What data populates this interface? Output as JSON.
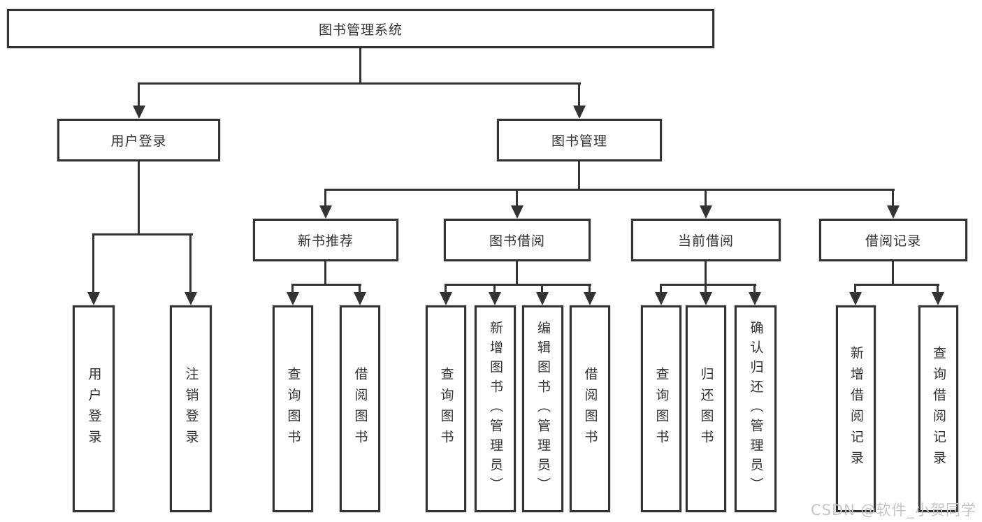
{
  "diagram": {
    "root": {
      "label": "图书管理系统"
    },
    "level2": [
      {
        "label": "用户登录"
      },
      {
        "label": "图书管理"
      }
    ],
    "level3": [
      {
        "label": "新书推荐"
      },
      {
        "label": "图书借阅"
      },
      {
        "label": "当前借阅"
      },
      {
        "label": "借阅记录"
      }
    ],
    "leaves": {
      "user_login": [
        "用户登录",
        "注销登录"
      ],
      "new_books": [
        "查询图书",
        "借阅图书"
      ],
      "book_borrow": [
        "查询图书",
        "新增图书（管理员）",
        "编辑图书（管理员）",
        "借阅图书"
      ],
      "current_borrow": [
        "查询图书",
        "归还图书",
        "确认归还（管理员）"
      ],
      "borrow_records": [
        "新增借阅记录",
        "查询借阅记录"
      ]
    }
  },
  "watermark": {
    "text": "CSDN @软件_小贺同学"
  },
  "colors": {
    "line": "#333333",
    "border": "#333333",
    "text": "#333333",
    "background": "#ffffff",
    "watermark": "#c3c6cb"
  }
}
